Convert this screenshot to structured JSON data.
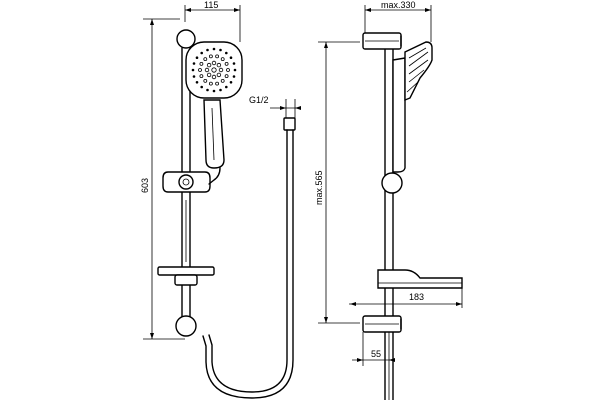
{
  "dimensions": {
    "width_115": "115",
    "height_603": "603",
    "thread": "G1/2",
    "max_330": "max.330",
    "max_565": "max.565",
    "depth_183": "183",
    "offset_55": "55"
  }
}
